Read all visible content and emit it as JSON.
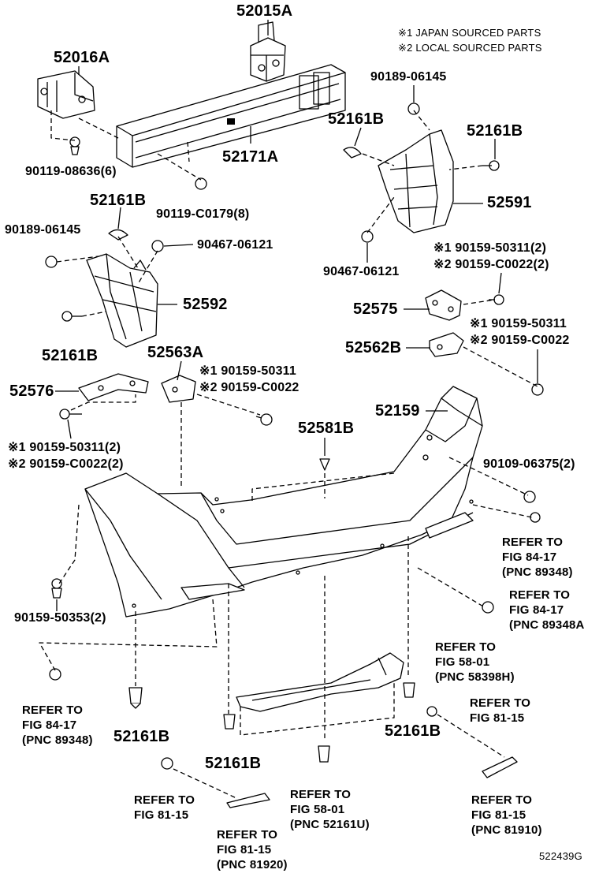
{
  "legend": {
    "note1": "※1 JAPAN SOURCED PARTS",
    "note2": "※2 LOCAL SOURCED PARTS"
  },
  "labels": {
    "p52015A": "52015A",
    "p52016A": "52016A",
    "p52171A": "52171A",
    "p90119_08636": "90119-08636(6)",
    "p90119_C0179": "90119-C0179(8)",
    "p90189_06145_top": "90189-06145",
    "p52161B_a": "52161B",
    "p52161B_b": "52161B",
    "p52591": "52591",
    "p52161B_c": "52161B",
    "p90189_06145_left": "90189-06145",
    "p90467_06121_left": "90467-06121",
    "p90467_06121_right": "90467-06121",
    "p52592": "52592",
    "p52161B_d": "52161B",
    "p90159_50311_2a": "※1 90159-50311(2)",
    "p90159_C0022_2a": "※2 90159-C0022(2)",
    "p52575": "52575",
    "p90159_50311_r": "※1 90159-50311",
    "p90159_C0022_r": "※2 90159-C0022",
    "p52562B": "52562B",
    "p52563A": "52563A",
    "p90159_50311_m": "※1 90159-50311",
    "p90159_C0022_m": "※2 90159-C0022",
    "p52576": "52576",
    "p90159_50311_2b": "※1 90159-50311(2)",
    "p90159_C0022_2b": "※2 90159-C0022(2)",
    "p52159": "52159",
    "p52581B": "52581B",
    "p90109_06375": "90109-06375(2)",
    "p90159_50353": "90159-50353(2)",
    "p52161B_e": "52161B",
    "p52161B_f": "52161B",
    "p52161B_g": "52161B",
    "code": "522439G"
  },
  "refs": {
    "r1": [
      "REFER TO",
      "FIG 84-17",
      "(PNC 89348)"
    ],
    "r2": [
      "REFER TO",
      "FIG 84-17",
      "(PNC 89348A"
    ],
    "r3": [
      "REFER TO",
      "FIG 58-01",
      "(PNC 58398H)"
    ],
    "r4": [
      "REFER TO",
      "FIG 81-15"
    ],
    "r5": [
      "REFER TO",
      "FIG 84-17",
      "(PNC 89348)"
    ],
    "r6": [
      "REFER TO",
      "FIG 81-15"
    ],
    "r7": [
      "REFER TO",
      "FIG 58-01",
      "(PNC 52161U)"
    ],
    "r8": [
      "REFER TO",
      "FIG 81-15",
      "(PNC 81910)"
    ],
    "r9": [
      "REFER TO",
      "FIG 81-15",
      "(PNC 81920)"
    ]
  }
}
